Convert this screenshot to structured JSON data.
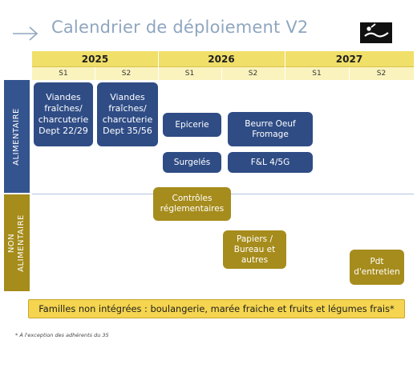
{
  "header": {
    "title": "Calendrier de déploiement V2"
  },
  "timeline": {
    "years": [
      "2025",
      "2026",
      "2027"
    ],
    "semesters": [
      "S1",
      "S2",
      "S1",
      "S2",
      "S1",
      "S2"
    ]
  },
  "categories": {
    "alimentaire": "ALIMENTAIRE",
    "non_alimentaire_line1": "NON",
    "non_alimentaire_line2": "ALIMENTAIRE"
  },
  "boxes": {
    "viandes_22": "Viandes fraîches/ charcuterie Dept 22/29",
    "viandes_35": "Viandes fraîches/ charcuterie Dept 35/56",
    "epicerie": "Epicerie",
    "beurre": "Beurre Oeuf Fromage",
    "surgeles": "Surgelés",
    "fl": "F&L 4/5G",
    "controles": "Contrôles réglementaires",
    "papiers": "Papiers / Bureau et autres",
    "entretien": "Pdt d'entretien"
  },
  "footer": {
    "text": "Familles non intégrées : boulangerie, marée fraiche et fruits et légumes frais*"
  },
  "note": {
    "text": "* À l'exception des adhérents du 35"
  },
  "colors": {
    "alimentaire": "#2f4c85",
    "non_alimentaire": "#a68c1c",
    "year_band": "#f0df69",
    "semester_band": "#fbf3bd",
    "footer": "#f5d54f",
    "title": "#8fa6bf"
  }
}
